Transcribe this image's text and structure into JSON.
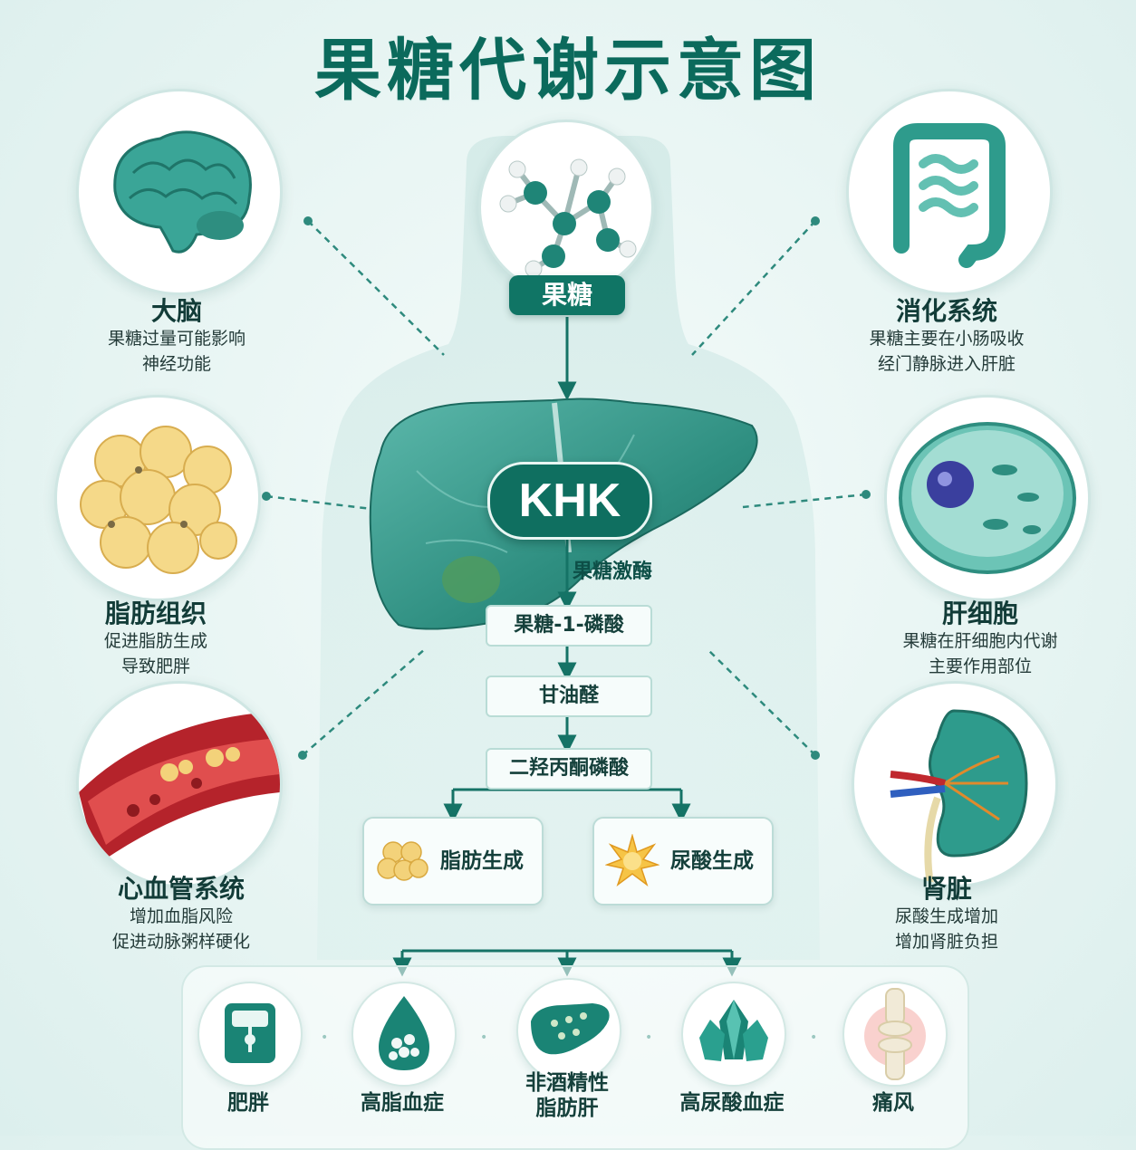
{
  "title": "果糖代谢示意图",
  "colors": {
    "primary": "#0f6f60",
    "accent": "#2a9d8f",
    "background": "#e6f4f2",
    "vessel": "#b5232b",
    "fat": "#f3d27a"
  },
  "source": {
    "label": "果糖",
    "icon": "molecule-icon"
  },
  "enzyme": {
    "abbr": "KHK",
    "name": "果糖激酶"
  },
  "pathway": [
    "果糖-1-磷酸",
    "甘油醛",
    "二羟丙酮磷酸"
  ],
  "products": [
    {
      "label": "脂肪生成",
      "icon": "fat-cells-icon"
    },
    {
      "label": "尿酸生成",
      "icon": "urate-crystal-icon"
    }
  ],
  "organs": {
    "brain": {
      "title": "大脑",
      "desc": [
        "果糖过量可能影响",
        "神经功能"
      ],
      "icon": "brain-icon"
    },
    "digest": {
      "title": "消化系统",
      "desc": [
        "果糖主要在小肠吸收",
        "经门静脉进入肝脏"
      ],
      "icon": "intestine-icon"
    },
    "fat": {
      "title": "脂肪组织",
      "desc": [
        "促进脂肪生成",
        "导致肥胖"
      ],
      "icon": "fat-tissue-icon"
    },
    "liver": {
      "title": "肝细胞",
      "desc": [
        "果糖在肝细胞内代谢",
        "主要作用部位"
      ],
      "icon": "liver-cell-icon"
    },
    "cardio": {
      "title": "心血管系统",
      "desc": [
        "增加血脂风险",
        "促进动脉粥样硬化"
      ],
      "icon": "artery-icon"
    },
    "kidney": {
      "title": "肾脏",
      "desc": [
        "尿酸生成增加",
        "增加肾脏负担"
      ],
      "icon": "kidney-icon"
    }
  },
  "diseases": [
    {
      "lines": [
        "肥胖"
      ],
      "icon": "scale-icon"
    },
    {
      "lines": [
        "高脂血症"
      ],
      "icon": "lipid-drop-icon"
    },
    {
      "lines": [
        "非酒精性",
        "脂肪肝"
      ],
      "icon": "fatty-liver-icon"
    },
    {
      "lines": [
        "高尿酸血症"
      ],
      "icon": "crystal-icon"
    },
    {
      "lines": [
        "痛风"
      ],
      "icon": "joint-icon"
    }
  ]
}
